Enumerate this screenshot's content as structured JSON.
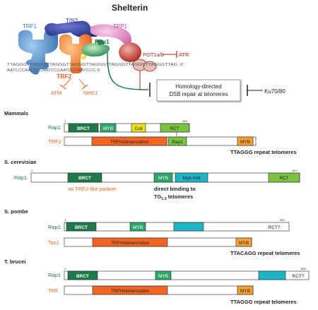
{
  "title": "Shelterin",
  "complex": {
    "trf1": "TRF1",
    "tin2": "TIN2",
    "tpp1": "TPP1",
    "rap1": "Rap1",
    "pot1": "POT1a/b",
    "atr": "ATR",
    "trf2": "TRF2",
    "atm": "ATM",
    "nhej": "NHEJ",
    "dna_top": "TTAGGGTTAGGGTTAGGGTTAGGGTTAGGGTTAGGGTTAGGGTTAGGGTTAG -3'",
    "dna_bottom": "AATCCCAATCCCAATCCCAATCCCAATCCC-5'",
    "repair_line1": "Homology-directed",
    "repair_line2": "DSB repair at telomeres",
    "ku": "Ku70/80"
  },
  "mammals": {
    "heading": "Mammals",
    "rap1": {
      "label": "Rap1",
      "start": "1",
      "end": "394",
      "brct": "BRCT",
      "myb": "MYB",
      "coil": "Coil",
      "rct": "RCT"
    },
    "trf2": {
      "label": "TRF2",
      "trfh": "TRFH/dimerization",
      "rap1": "Rap1",
      "myb": "MYB"
    },
    "telomere": "TTAGGG repeat telomeres"
  },
  "cerevisiae": {
    "heading": "S. cerevisiae",
    "rap1": {
      "label": "Rap1",
      "start": "1",
      "end": "827",
      "brct": "BRCT",
      "myb": "MYB",
      "mybfold": "Myb-fold",
      "rct": "RCT"
    },
    "no_partner": "no TRF2-like partner",
    "direct1": "direct binding to",
    "direct2_pre": "TG",
    "direct2_sub": "1-3",
    "direct2_post": " telomeres"
  },
  "pombe": {
    "heading": "S. pombe",
    "rap1": {
      "label": "Rap1",
      "start": "1",
      "end": "693",
      "brct": "BRCT",
      "myb": "MYB",
      "rct": "RCT?"
    },
    "taz1": {
      "label": "Taz1",
      "trfh": "TRFH/dimerization",
      "myb": "MYB"
    },
    "telomere": "TTACAGG repeat telomeres"
  },
  "brucei": {
    "heading": "T. brucei",
    "rap1": {
      "label": "Rap1",
      "start": "1",
      "end": "855",
      "brct": "BRCT",
      "myb": "MYB",
      "rct": "RCT?"
    },
    "trf": {
      "label": "TRF",
      "trfh": "TRFH/dimerization",
      "myb": "MYB"
    },
    "telomere": "TTAGGG repeat telomeres"
  },
  "colors": {
    "green_dark": "#1e7a4a",
    "green_light": "#7cc242",
    "orange": "#f26522",
    "orange_light": "#f5a030",
    "teal": "#1fb5c4",
    "yellow": "#e8e020",
    "red": "#b2352a",
    "blue": "#3a7cc2"
  }
}
